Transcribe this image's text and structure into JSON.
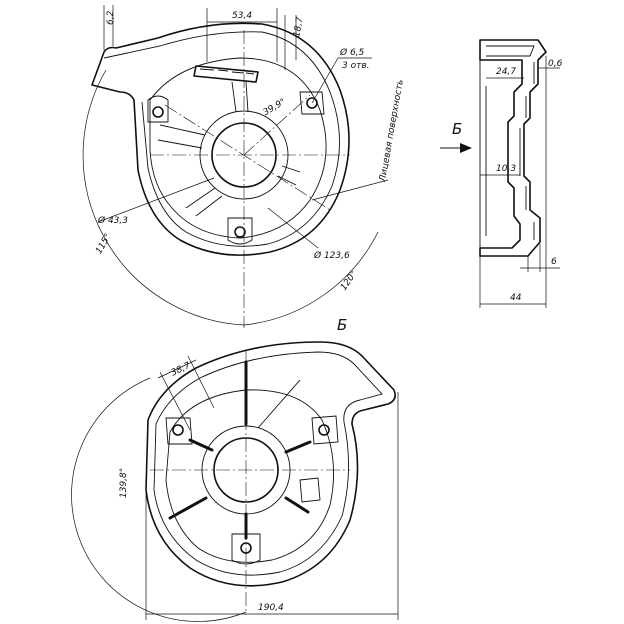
{
  "top_view": {
    "dim_width": "53,4",
    "dim_offset": "18,7",
    "dim_small": "6,2",
    "hole_dia": "Ø 6,5",
    "hole_count": "3 отв.",
    "angle_inner": "39,9°",
    "surface_note": "Лицевая поверхность",
    "dia_center": "Ø 43,3",
    "dia_outer": "Ø 123,6",
    "angle_left": "115°",
    "angle_bottom": "120°"
  },
  "side_view": {
    "view_letter": "Б",
    "dim_247": "24,7",
    "dim_06": "0,6",
    "dim_103": "10,3",
    "dim_6": "6",
    "dim_44": "44"
  },
  "bottom_view": {
    "title": "Б",
    "dim_387": "38,7",
    "dim_1398": "139,8°",
    "dim_1904": "190,4"
  }
}
